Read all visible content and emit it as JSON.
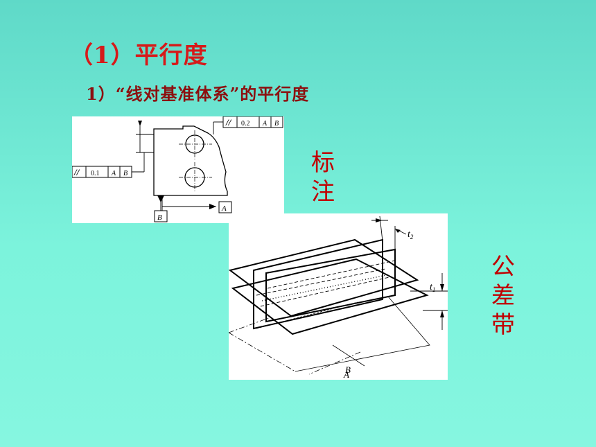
{
  "slide": {
    "title": "（1）平行度",
    "subtitle": "1）“线对基准体系”的平行度"
  },
  "labels": {
    "annotation": [
      "标",
      "注"
    ],
    "tolerance_zone": [
      "公",
      "差",
      "带"
    ]
  },
  "annotation_figure": {
    "frame_top": {
      "symbol": "//",
      "value": "0.2",
      "datum1": "A",
      "datum2": "B"
    },
    "frame_left": {
      "symbol": "//",
      "value": "0.1",
      "datum1": "A",
      "datum2": "B"
    },
    "datum_a": "A",
    "datum_b": "B"
  },
  "zone_figure": {
    "t1": "t",
    "t1_sub": "1",
    "t2": "t",
    "t2_sub": "2",
    "axis_a": "A",
    "axis_b": "B"
  },
  "colors": {
    "title": "#d61a1a",
    "subtitle": "#8c0f0f",
    "labels": "#c00000"
  }
}
